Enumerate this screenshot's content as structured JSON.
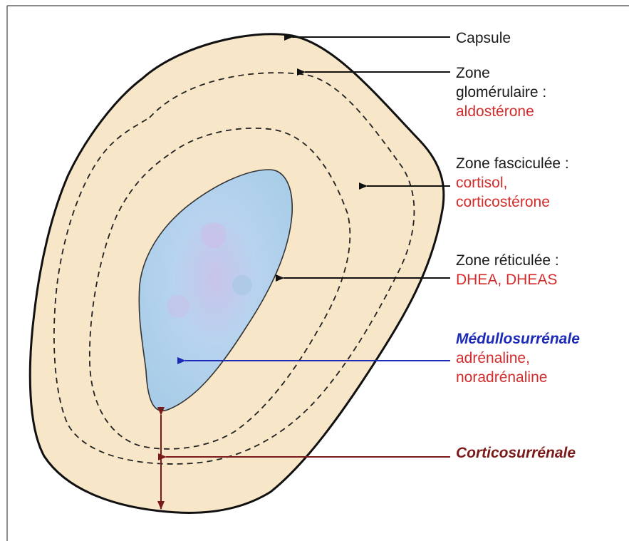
{
  "labels": {
    "capsule": "Capsule",
    "glomerulaire_title_1": "Zone",
    "glomerulaire_title_2": "glomérulaire :",
    "glomerulaire_hormone": "aldostérone",
    "fasciculee_title": "Zone fasciculée :",
    "fasciculee_hormone_1": "cortisol,",
    "fasciculee_hormone_2": "corticostérone",
    "reticulee_title": "Zone réticulée :",
    "reticulee_hormone": "DHEA, DHEAS",
    "medullo_title": "Médullosurrénale",
    "medullo_hormone_1": "adrénaline,",
    "medullo_hormone_2": "noradrénaline",
    "cortico_title": "Corticosurrénale"
  },
  "colors": {
    "cortex_fill": "#f7e6c8",
    "medulla_fill": "#b8d4ee",
    "outline": "#111111",
    "hormone_text": "#d42b2b",
    "medulla_text": "#1d2ab8",
    "cortex_arrow": "#7a1a1a"
  }
}
